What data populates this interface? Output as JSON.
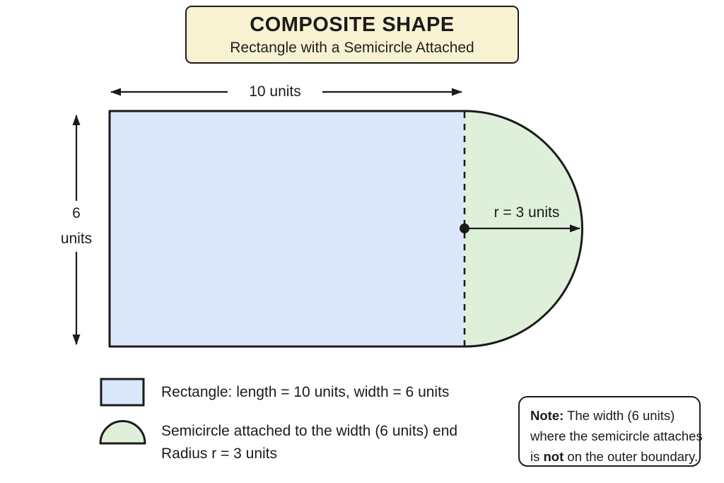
{
  "title_box": {
    "title": "COMPOSITE SHAPE",
    "subtitle": "Rectangle with a Semicircle Attached"
  },
  "dimensions": {
    "length_label": "10 units",
    "width_value": "6",
    "width_unit": "units",
    "radius_label": "r = 3 units"
  },
  "legend": {
    "rectangle_label": "Rectangle: length = 10 units, width = 6 units",
    "semicircle_label_line1": "Semicircle attached to the width (6 units) end",
    "semicircle_label_line2": "Radius r = 3 units"
  },
  "note": {
    "bold_prefix": "Note:",
    "line1_rest": " The width (6 units)",
    "line2": "where the semicircle attaches",
    "line3_pre": "is ",
    "line3_bold": "not",
    "line3_post": " on the outer boundary."
  },
  "colors": {
    "rectangle_fill": "#dbe8fb",
    "semicircle_fill": "#def0d9",
    "title_box_bg": "#f9f2d2",
    "outline": "#1b1b1b"
  }
}
